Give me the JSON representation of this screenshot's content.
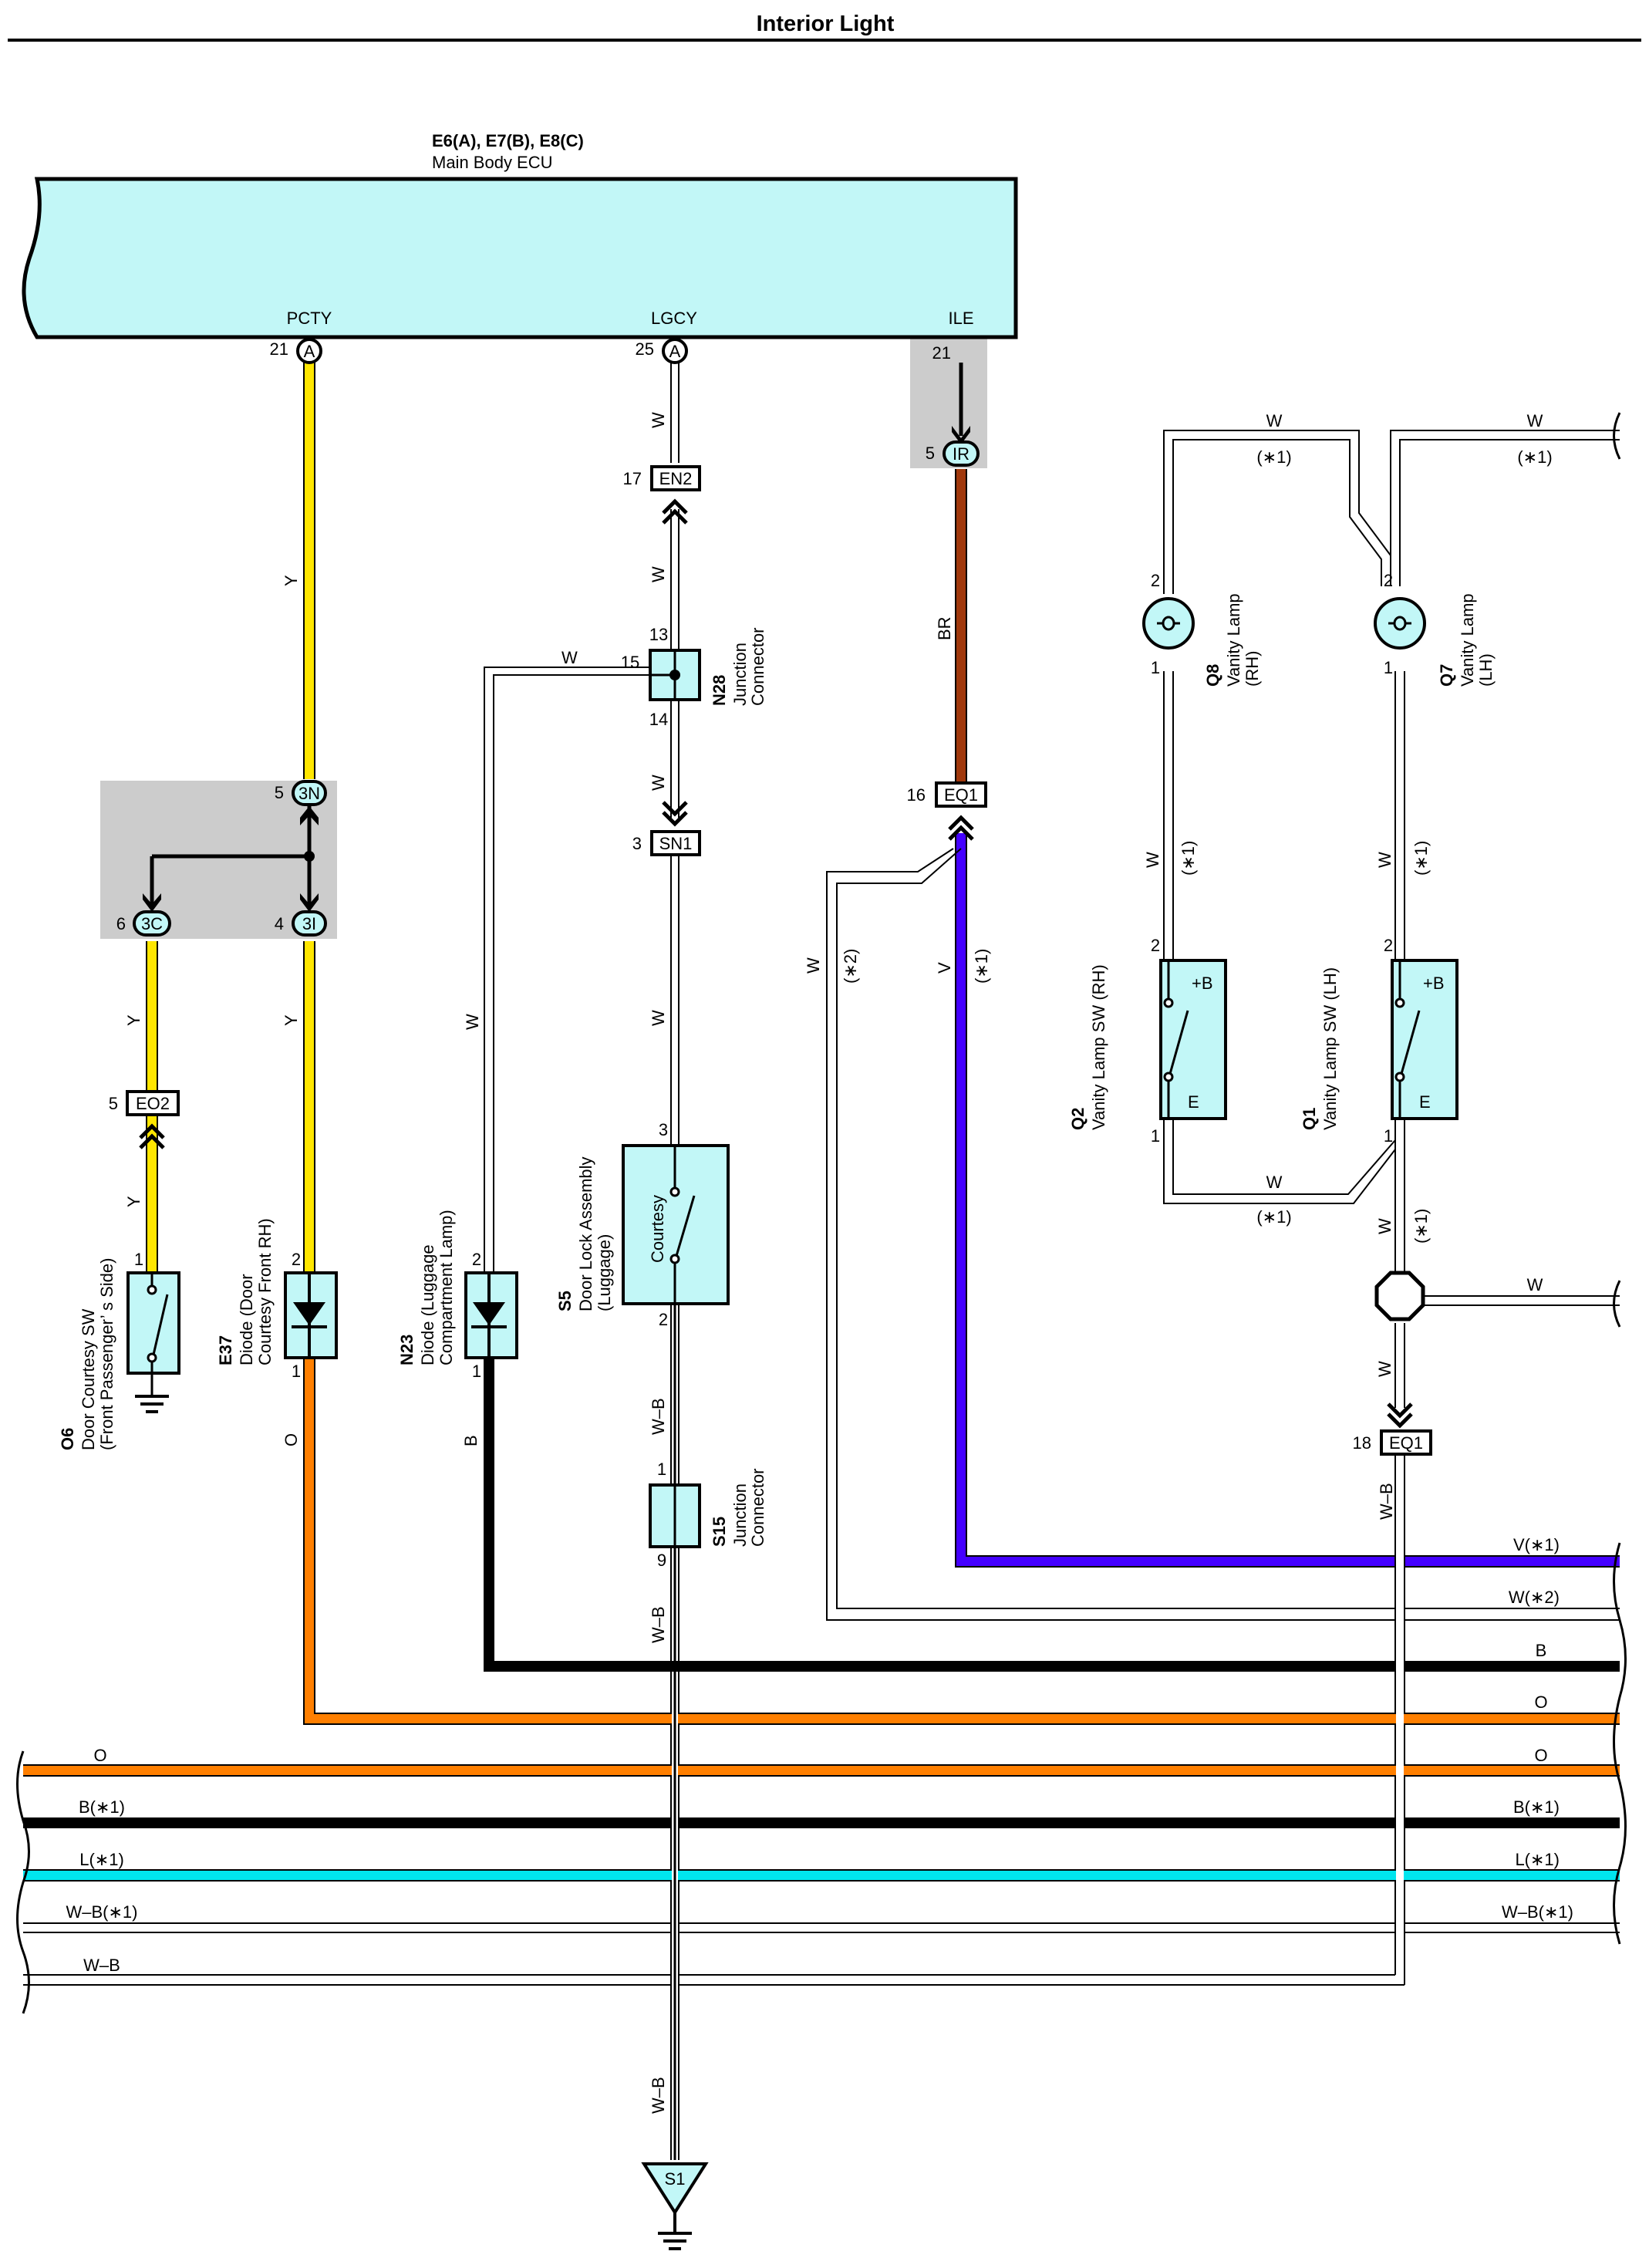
{
  "title": "Interior Light",
  "ecu": {
    "codes": "E6(A), E7(B), E8(C)",
    "name": "Main Body ECU",
    "terminals": {
      "pcty": "PCTY",
      "lgcy": "LGCY",
      "ile": "ILE"
    },
    "pins": {
      "pcty": "21",
      "lgcy": "25",
      "ile": "21"
    },
    "connector_a": "A"
  },
  "connectors": {
    "ir": "IR",
    "ir_pin": "5",
    "en2": "EN2",
    "en2_pin": "17",
    "sn1": "SN1",
    "sn1_pin": "3",
    "eq1": "EQ1",
    "eq1_top_pin": "16",
    "eq1_bottom_pin": "18",
    "c3n": "3N",
    "c3n_pin": "5",
    "c3c": "3C",
    "c3c_pin": "6",
    "c3i": "3I",
    "c3i_pin": "4",
    "eo2": "EO2",
    "eo2_pin": "5",
    "s1": "S1"
  },
  "components": {
    "n28": {
      "code": "N28",
      "name_1": "Junction",
      "name_2": "Connector",
      "pin_top": "13",
      "pin_left": "15",
      "pin_bottom": "14"
    },
    "s15": {
      "code": "S15",
      "name_1": "Junction",
      "name_2": "Connector",
      "pin_top": "1",
      "pin_bottom": "9"
    },
    "s5": {
      "code": "S5",
      "name_1": "Door Lock Assembly",
      "name_2": "(Luggage)",
      "inner": "Courtesy",
      "pin_top": "3",
      "pin_bottom": "2"
    },
    "n23": {
      "code": "N23",
      "name_1": "Diode (Luggage",
      "name_2": "Compartment Lamp)",
      "pin_top": "2",
      "pin_bottom": "1"
    },
    "e37": {
      "code": "E37",
      "name_1": "Diode (Door",
      "name_2": "Courtesy Front RH)",
      "pin_top": "2",
      "pin_bottom": "1"
    },
    "o6": {
      "code": "O6",
      "name_1": "Door Courtesy SW",
      "name_2": "(Front Passenger’ s Side)",
      "pin_top": "1"
    },
    "q8": {
      "code": "Q8",
      "name_1": "Vanity Lamp",
      "name_2": "(RH)",
      "pin_top": "2",
      "pin_bottom": "1"
    },
    "q7": {
      "code": "Q7",
      "name_1": "Vanity Lamp",
      "name_2": "(LH)",
      "pin_top": "2",
      "pin_bottom": "1"
    },
    "q2": {
      "code": "Q2",
      "name": "Vanity Lamp SW (RH)",
      "plus": "+B",
      "e": "E",
      "pin_top": "2",
      "pin_bottom": "1"
    },
    "q1": {
      "code": "Q1",
      "name": "Vanity Lamp SW (LH)",
      "plus": "+B",
      "e": "E",
      "pin_top": "2",
      "pin_bottom": "1"
    }
  },
  "wire_labels": {
    "y": "Y",
    "w": "W",
    "br": "BR",
    "v": "V",
    "o": "O",
    "b": "B",
    "wb": "W–B",
    "star1": "(∗1)",
    "star2": "(∗2)",
    "v_star1": "V(∗1)",
    "w_star2": "W(∗2)",
    "b_star1": "B(∗1)",
    "l_star1": "L(∗1)",
    "wb_star1": "W–B(∗1)"
  },
  "colors": {
    "yellow": "#FFE600",
    "orange": "#FF7F00",
    "black": "#000000",
    "brown": "#A0380C",
    "violet": "#4400FF",
    "cyan": "#00E5EE",
    "component_fill": "#C2F7F7",
    "shade": "#CCCCCC"
  },
  "icons": [
    "ground-icon",
    "bulb-icon",
    "diode-icon",
    "switch-icon",
    "splice-icon",
    "connector-arrow-icon"
  ]
}
